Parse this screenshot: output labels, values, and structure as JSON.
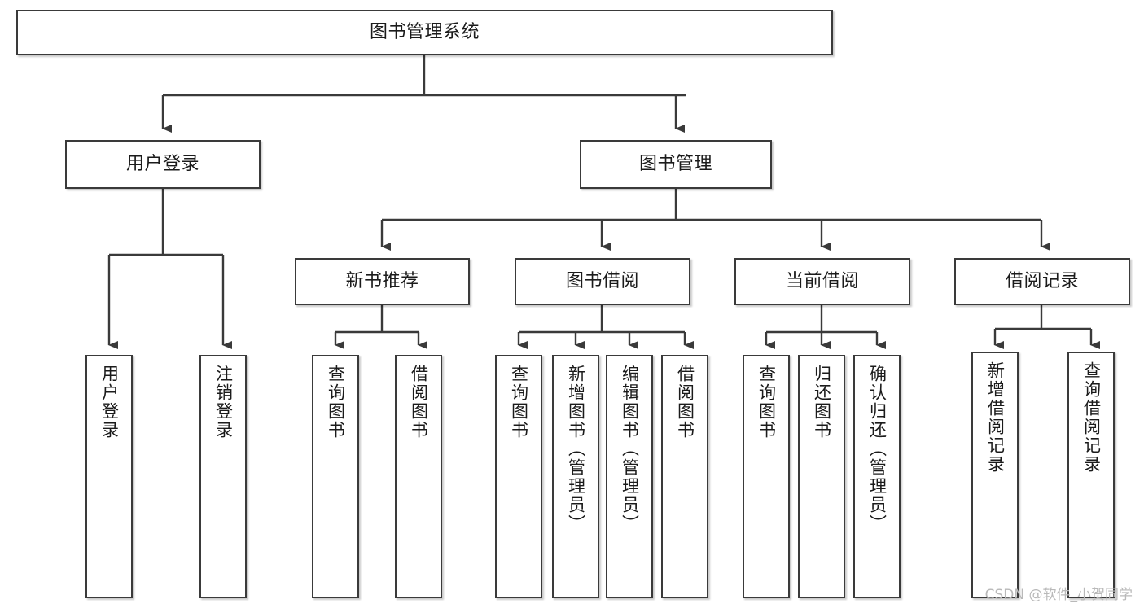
{
  "diagram": {
    "type": "tree-hierarchy-chart",
    "title": "图书管理系统",
    "background_color": "#ffffff",
    "node_border_color": "#3a3a3a",
    "connector_color": "#3a3a3a",
    "text_color": "#1b1b1b"
  },
  "nodes": {
    "root": {
      "label": "图书管理系统"
    },
    "level2": [
      {
        "label": "用户登录"
      },
      {
        "label": "图书管理"
      }
    ],
    "level3": [
      {
        "label": "新书推荐"
      },
      {
        "label": "图书借阅"
      },
      {
        "label": "当前借阅"
      },
      {
        "label": "借阅记录"
      }
    ],
    "leaves": {
      "user_login": [
        {
          "label": "用户登录"
        },
        {
          "label": "注销登录"
        }
      ],
      "new_book_recommend": [
        {
          "label": "查询图书"
        },
        {
          "label": "借阅图书"
        }
      ],
      "book_borrow": [
        {
          "label": "查询图书"
        },
        {
          "label": "新增图书（管理员）"
        },
        {
          "label": "编辑图书（管理员）"
        },
        {
          "label": "借阅图书"
        }
      ],
      "current_borrow": [
        {
          "label": "查询图书"
        },
        {
          "label": "归还图书"
        },
        {
          "label": "确认归还（管理员）"
        }
      ],
      "borrow_record": [
        {
          "label": "新增借阅记录"
        },
        {
          "label": "查询借阅记录"
        }
      ]
    }
  },
  "watermark": {
    "text": "CSDN @软件_小贺同学",
    "color": "#b9b9b9"
  }
}
